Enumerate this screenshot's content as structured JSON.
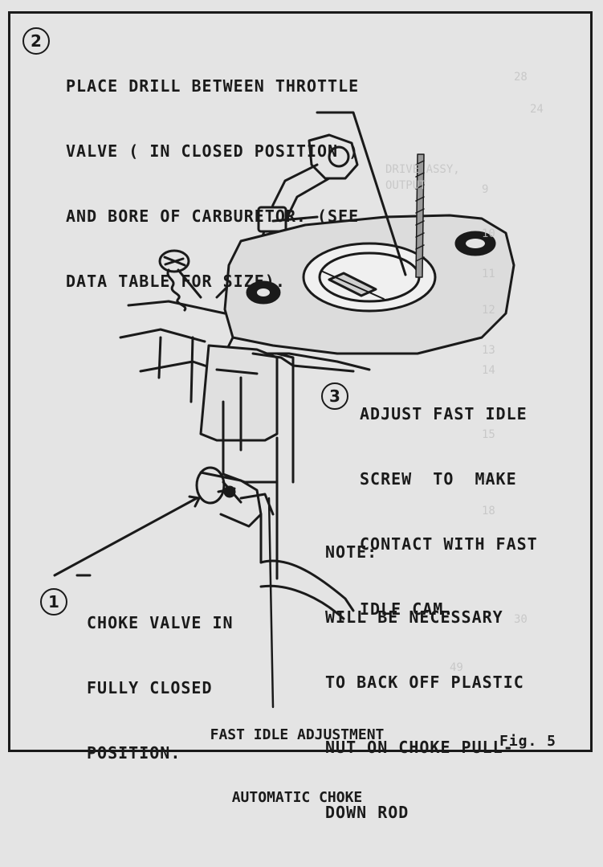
{
  "step2": {
    "number": "2",
    "line1": "PLACE DRILL BETWEEN THROTTLE",
    "line2": "VALVE ( IN CLOSED POSITION )",
    "line3": "AND BORE OF CARBURETOR. (SEE",
    "line4": "DATA TABLE FOR SIZE)."
  },
  "step3": {
    "number": "3",
    "line1": "ADJUST FAST IDLE",
    "line2": "SCREW  TO  MAKE",
    "line3": "CONTACT WITH FAST",
    "line4": "IDLE CAM."
  },
  "note": {
    "line1": "NOTE:",
    "line2": "WILL BE NECESSARY",
    "line3": "TO BACK OFF PLASTIC",
    "line4": "NUT ON CHOKE PULL-",
    "line5": "DOWN ROD"
  },
  "step1": {
    "number": "1",
    "line1": "CHOKE VALVE IN",
    "line2": "FULLY CLOSED",
    "line3": "POSITION."
  },
  "caption": {
    "line1": "FAST IDLE ADJUSTMENT",
    "line2": "AUTOMATIC CHOKE"
  },
  "figure_label": "Fig. 5"
}
